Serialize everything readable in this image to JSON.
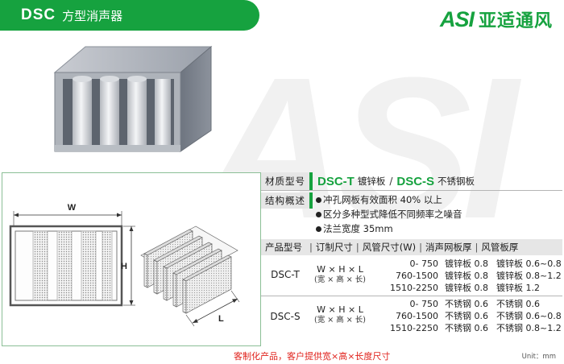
{
  "header": {
    "code": "DSC",
    "name": "方型消声器"
  },
  "logo": {
    "mark": "ASI",
    "text": "亚适通风",
    "color": "#16a23f"
  },
  "drawing": {
    "width_label": "W",
    "height_label": "H",
    "length_label": "L"
  },
  "spec": {
    "material": {
      "label": "材质型号",
      "t_code": "DSC-T",
      "t_material": "镀锌板",
      "separator": "/",
      "s_code": "DSC-S",
      "s_material": "不锈钢板"
    },
    "overview": {
      "label": "结构概述",
      "features": [
        "冲孔网板有效面积 40% 以上",
        "区分多种型式降低不同频率之噪音",
        "法兰宽度 35mm"
      ]
    },
    "table": {
      "headers": [
        "产品型号",
        "订制尺寸",
        "风管尺寸(W)",
        "消声网板厚",
        "风管板厚"
      ],
      "dim_formula": "W × H × L",
      "dim_note": "(宽 × 高 × 长)",
      "rows": [
        {
          "model": "DSC-T",
          "ranges": [
            "0-  750",
            "760-1500",
            "1510-2250"
          ],
          "plates": [
            "镀锌板 0.8",
            "镀锌板 0.8",
            "镀锌板 0.8"
          ],
          "ducts": [
            "镀锌板 0.6~0.8",
            "镀锌板 0.8~1.2",
            "镀锌板 1.2"
          ]
        },
        {
          "model": "DSC-S",
          "ranges": [
            "0-  750",
            "760-1500",
            "1510-2250"
          ],
          "plates": [
            "不锈钢 0.6",
            "不锈钢 0.6",
            "不锈钢 0.6"
          ],
          "ducts": [
            "不锈钢 0.6",
            "不锈钢 0.6~0.8",
            "不锈钢 0.8~1.2"
          ]
        }
      ]
    }
  },
  "footer": {
    "note": "客制化产品，客户提供宽×高×长度尺寸",
    "unit": "Unit：mm"
  },
  "colors": {
    "brand_green": "#16a23f",
    "note_red": "#e0211b",
    "label_gray": "#e6e6e6"
  }
}
